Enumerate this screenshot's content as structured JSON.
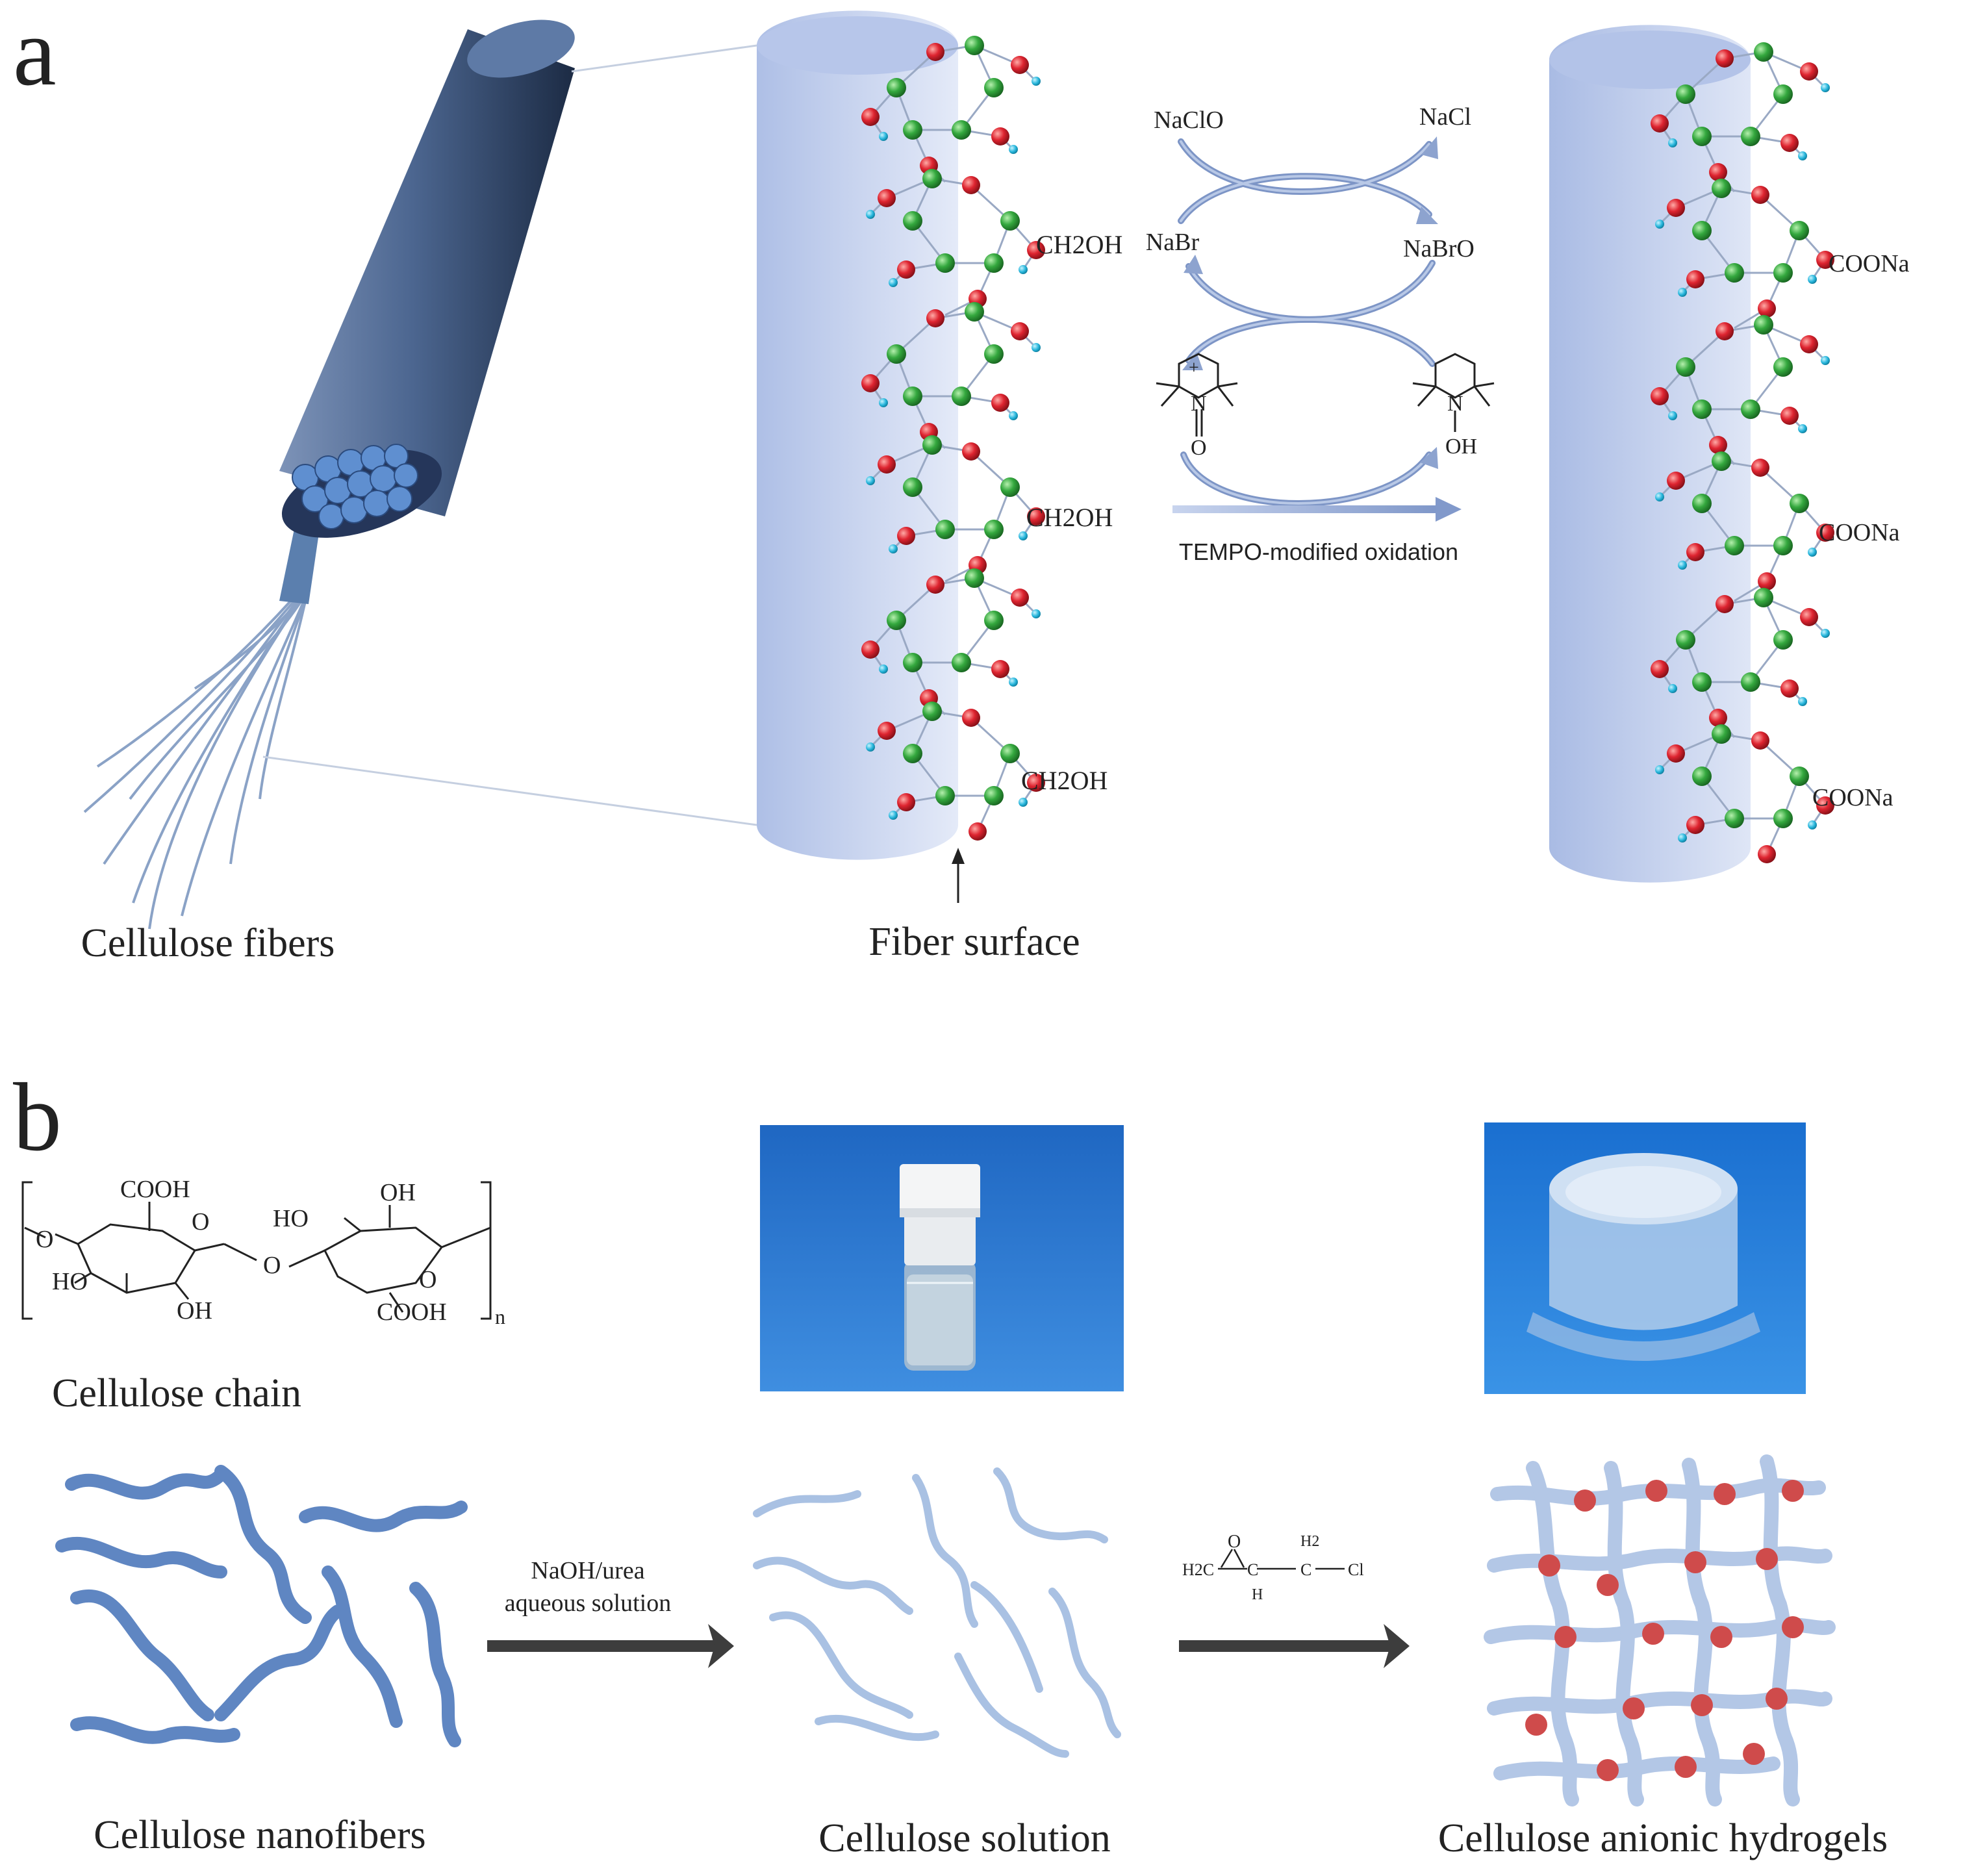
{
  "panel_a": {
    "label": "a",
    "fibers_label": "Cellulose fibers",
    "surface_label": "Fiber surface",
    "ch2oh": [
      "CH2OH",
      "CH2OH",
      "CH2OH"
    ],
    "coona": [
      "COONa",
      "COONa",
      "COONa"
    ],
    "cycle": {
      "naclo": "NaClO",
      "nacl": "NaCl",
      "nabr": "NaBr",
      "nabro": "NaBrO",
      "n_left": "N",
      "plus": "+",
      "o_left": "O",
      "n_right": "N",
      "oh_right": "OH"
    },
    "reaction_label": "TEMPO-modified oxidation"
  },
  "panel_b": {
    "label": "b",
    "chain_label": "Cellulose chain",
    "formula": {
      "cooh_top": "COOH",
      "o_ring_left": "O",
      "o_link_left": "O",
      "ho_left": "HO",
      "oh_left": "OH",
      "o_bridge": "O",
      "oh_top": "OH",
      "ho_right": "HO",
      "o_ring_right": "O",
      "cooh_bottom": "COOH",
      "n": "n"
    },
    "nanofibers_label": "Cellulose nanofibers",
    "solution_label": "Cellulose solution",
    "hydrogel_label": "Cellulose anionic hydrogels",
    "arrow1_line1": "NaOH/urea",
    "arrow1_line2": "aqueous solution",
    "ech": {
      "o": "O",
      "h2c": "H2C",
      "c1": "C",
      "h": "H",
      "h2": "H2",
      "c2": "C",
      "cl": "Cl"
    }
  },
  "colors": {
    "cylinder": "#4c6690",
    "surface": "#b9c7ea",
    "carbon": "#2f9e3a",
    "oxygen": "#d8202a",
    "hydrogen": "#25b3d8",
    "fiber": "#5f86c2",
    "fiber_light": "#a9c1e3",
    "crosslink": "#cf4b4b",
    "photo_bg": "#2f7ad1"
  }
}
